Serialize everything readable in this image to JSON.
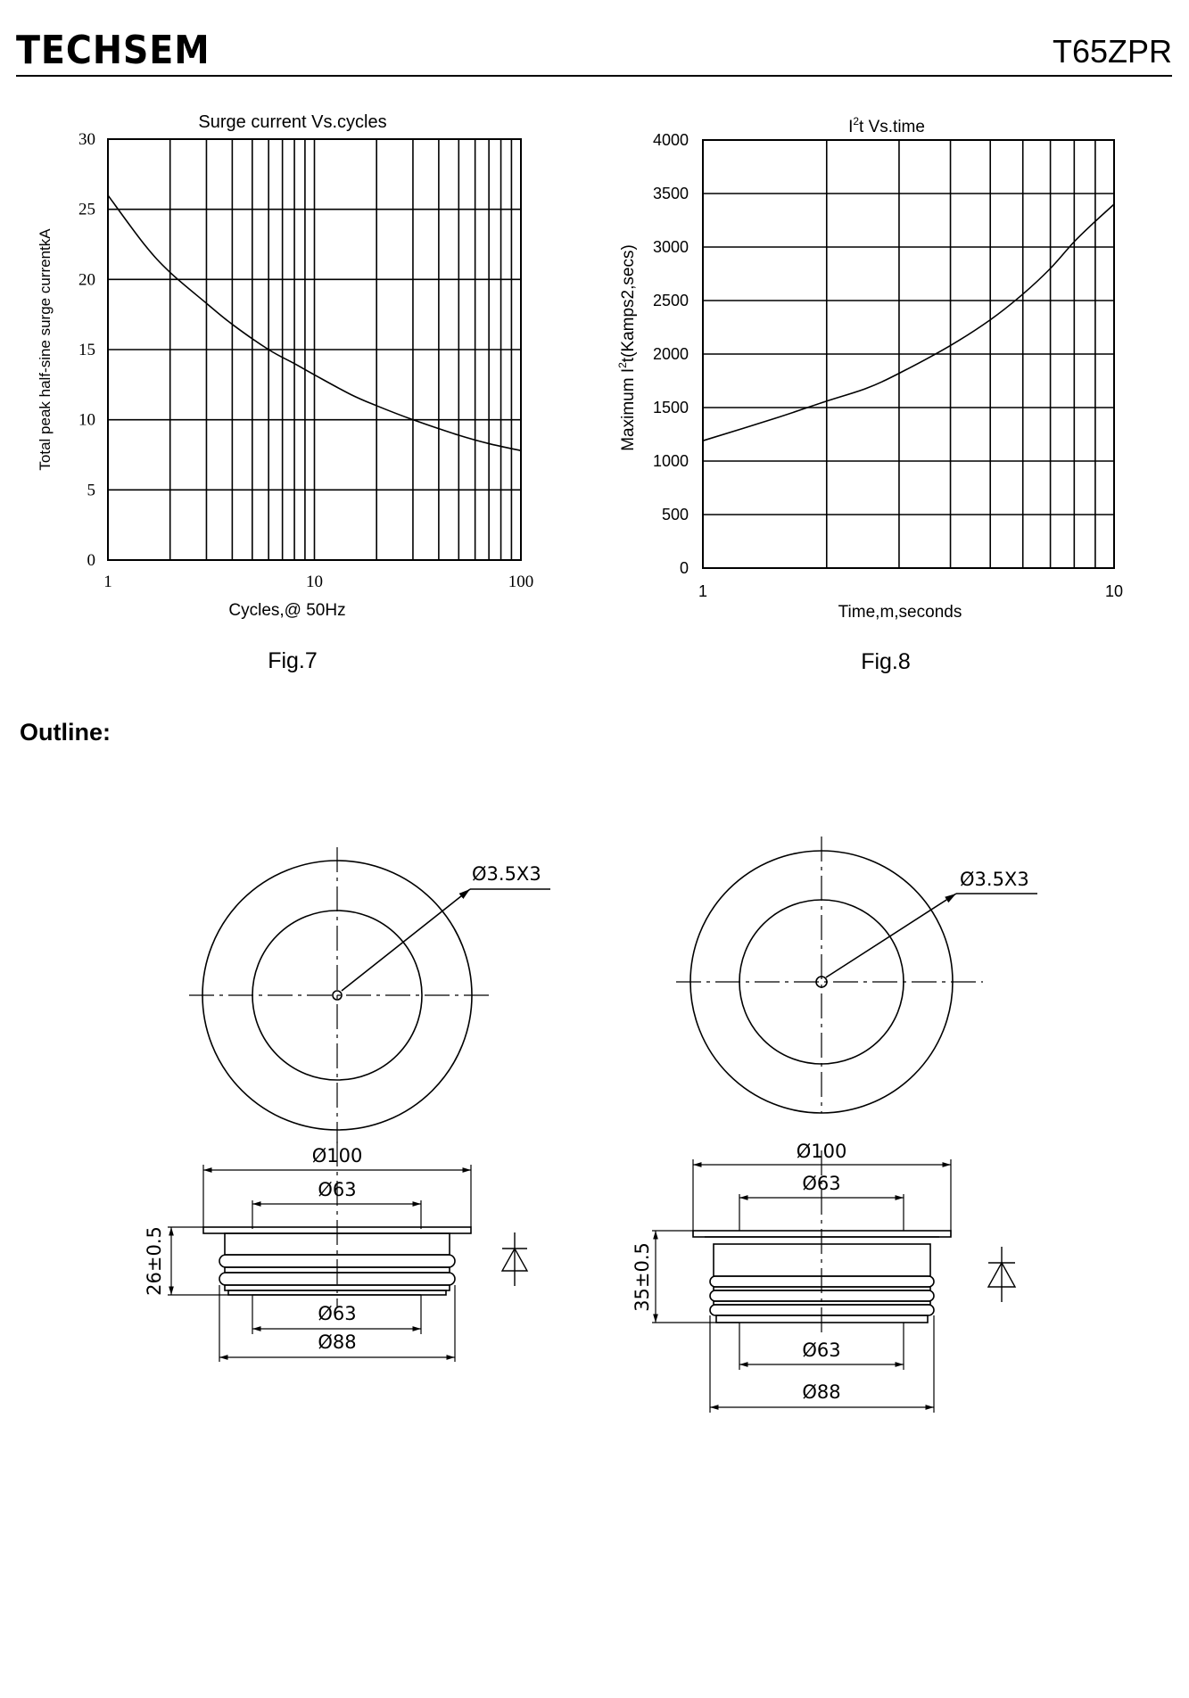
{
  "header": {
    "brand": "TECHSEM",
    "part_number": "T65ZPR"
  },
  "section_title": "Outline:",
  "chart_data": [
    {
      "type": "line",
      "figure": "Fig.7",
      "title": "Surge current Vs.cycles",
      "xlabel": "Cycles,@ 50Hz",
      "ylabel": "Total peak half-sine surge currentkA",
      "x_scale": "log",
      "xlim": [
        1,
        100
      ],
      "ylim": [
        0,
        30
      ],
      "x_ticks": [
        "1",
        "10",
        "100"
      ],
      "y_ticks": [
        "0",
        "5",
        "10",
        "15",
        "20",
        "25",
        "30"
      ],
      "grid": true,
      "series": [
        {
          "x": [
            1,
            1.5,
            2,
            3,
            4,
            6,
            8,
            10,
            15,
            20,
            30,
            50,
            70,
            100
          ],
          "y": [
            26,
            22.5,
            20.5,
            18.3,
            16.8,
            15,
            14,
            13.2,
            11.8,
            11,
            10,
            8.9,
            8.3,
            7.8
          ]
        }
      ]
    },
    {
      "type": "line",
      "figure": "Fig.8",
      "title_main": "I",
      "title_sup": "2",
      "title_rest": "t  Vs.time",
      "xlabel": "Time,m,seconds",
      "ylabel_pre": "Maximum I",
      "ylabel_sup": "2",
      "ylabel_post": "t(Kamps2,secs)",
      "x_scale": "log",
      "xlim": [
        1,
        10
      ],
      "ylim": [
        0,
        4000
      ],
      "x_ticks": [
        "1",
        "10"
      ],
      "y_ticks": [
        "0",
        "500",
        "1000",
        "1500",
        "2000",
        "2500",
        "3000",
        "3500",
        "4000"
      ],
      "grid": true,
      "series": [
        {
          "x": [
            1,
            1.5,
            2,
            2.5,
            3,
            4,
            5,
            6,
            7,
            8,
            9,
            10
          ],
          "y": [
            1190,
            1400,
            1560,
            1680,
            1820,
            2080,
            2320,
            2560,
            2800,
            3050,
            3240,
            3400
          ]
        }
      ]
    }
  ],
  "outline": {
    "left": {
      "hole": "Ø3.5X3",
      "top_outer": "Ø100",
      "top_inner": "Ø63",
      "height": "26±0.5",
      "bottom_inner": "Ø63",
      "bottom_outer": "Ø88"
    },
    "right": {
      "hole": "Ø3.5X3",
      "top_outer": "Ø100",
      "top_inner": "Ø63",
      "height": "35±0.5",
      "bottom_inner": "Ø63",
      "bottom_outer": "Ø88"
    }
  }
}
